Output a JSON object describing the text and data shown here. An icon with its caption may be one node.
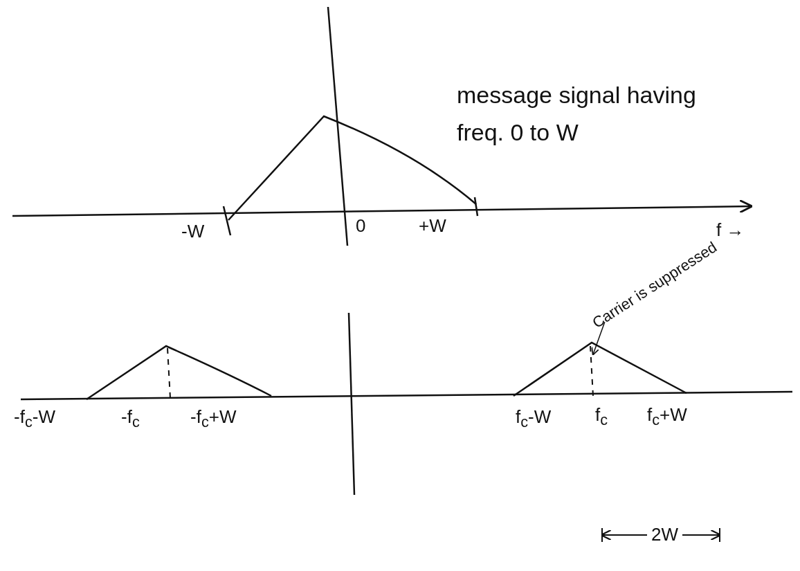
{
  "diagram": {
    "nodes": [
      {
        "text": [
          "Carrier is suppressed"
        ]
      },
      {
        "text": [],
        "shape": "bar"
      }
    ],
    "edges": [
      {
        "from": 0,
        "to": 1,
        "arrow": "to"
      }
    ],
    "labels": [
      "message signal having freq. 0 to W",
      "-W",
      "0",
      "+W",
      "f →",
      "-f$_{c}$-W",
      "-f$_{c}$",
      "-f$_{c}$+W",
      "f$_{c}$-W",
      "f$_{c}$",
      "f$_{c}$+W",
      "2W"
    ]
  }
}
